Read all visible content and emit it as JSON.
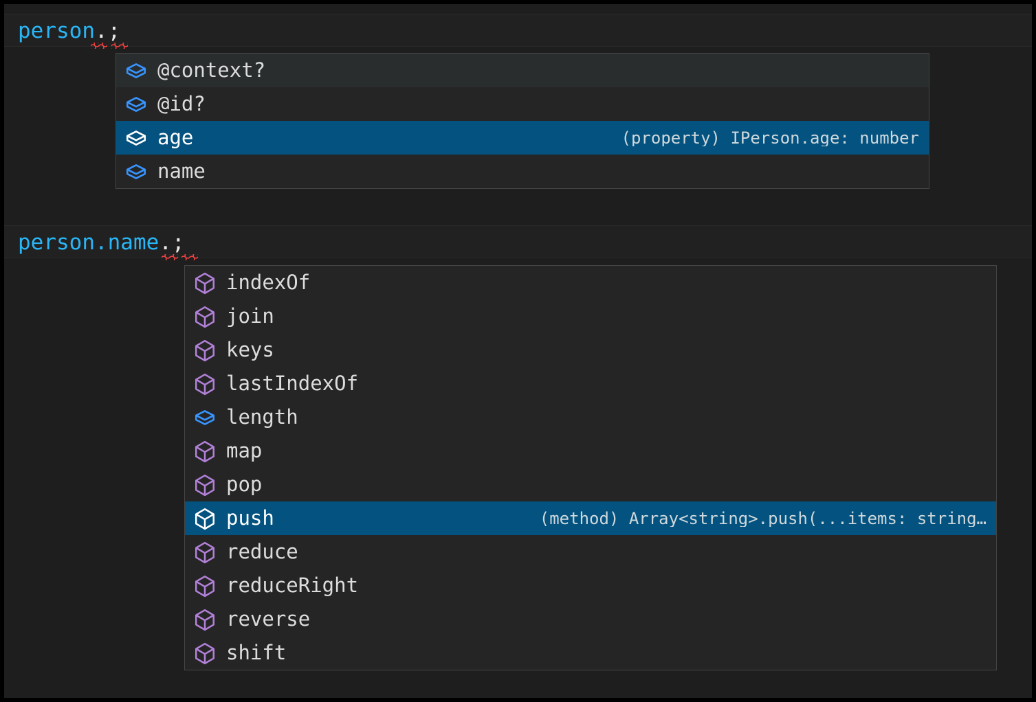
{
  "editor": {
    "background_color": "#1e1e1e",
    "lines": [
      {
        "ident": "person",
        "punct": ".;"
      },
      {
        "ident": "person.name",
        "punct": ".;"
      }
    ],
    "line1_ident": "person",
    "line1_punct": ".;",
    "line2_ident": "person.name",
    "line2_punct": ".;"
  },
  "colors": {
    "selection": "#04527f",
    "property_icon": "#3794ff",
    "method_icon": "#b180d7",
    "selected_icon": "#ffffff",
    "popup_bg": "#252526",
    "popup_border": "#454545",
    "identifier": "#29b6f6",
    "error_squiggle": "#f04040"
  },
  "suggest_popups": [
    {
      "name": "person-members",
      "items": [
        {
          "label": "@context?",
          "icon": "property-cube-icon",
          "icon_kind": "property",
          "detail": "",
          "state": "hover"
        },
        {
          "label": "@id?",
          "icon": "property-cube-icon",
          "icon_kind": "property",
          "detail": "",
          "state": "normal"
        },
        {
          "label": "age",
          "icon": "property-cube-icon",
          "icon_kind": "property",
          "detail": "(property) IPerson.age: number",
          "state": "selected"
        },
        {
          "label": "name",
          "icon": "property-cube-icon",
          "icon_kind": "property",
          "detail": "",
          "state": "normal"
        }
      ]
    },
    {
      "name": "string-array-members",
      "items": [
        {
          "label": "indexOf",
          "icon": "method-cube-icon",
          "icon_kind": "method",
          "detail": "",
          "state": "normal"
        },
        {
          "label": "join",
          "icon": "method-cube-icon",
          "icon_kind": "method",
          "detail": "",
          "state": "normal"
        },
        {
          "label": "keys",
          "icon": "method-cube-icon",
          "icon_kind": "method",
          "detail": "",
          "state": "normal"
        },
        {
          "label": "lastIndexOf",
          "icon": "method-cube-icon",
          "icon_kind": "method",
          "detail": "",
          "state": "normal"
        },
        {
          "label": "length",
          "icon": "property-cube-icon",
          "icon_kind": "property",
          "detail": "",
          "state": "normal"
        },
        {
          "label": "map",
          "icon": "method-cube-icon",
          "icon_kind": "method",
          "detail": "",
          "state": "normal"
        },
        {
          "label": "pop",
          "icon": "method-cube-icon",
          "icon_kind": "method",
          "detail": "",
          "state": "normal"
        },
        {
          "label": "push",
          "icon": "method-cube-icon",
          "icon_kind": "method",
          "detail": "(method) Array<string>.push(...items: string…",
          "state": "selected"
        },
        {
          "label": "reduce",
          "icon": "method-cube-icon",
          "icon_kind": "method",
          "detail": "",
          "state": "normal"
        },
        {
          "label": "reduceRight",
          "icon": "method-cube-icon",
          "icon_kind": "method",
          "detail": "",
          "state": "normal"
        },
        {
          "label": "reverse",
          "icon": "method-cube-icon",
          "icon_kind": "method",
          "detail": "",
          "state": "normal"
        },
        {
          "label": "shift",
          "icon": "method-cube-icon",
          "icon_kind": "method",
          "detail": "",
          "state": "normal"
        }
      ]
    }
  ]
}
